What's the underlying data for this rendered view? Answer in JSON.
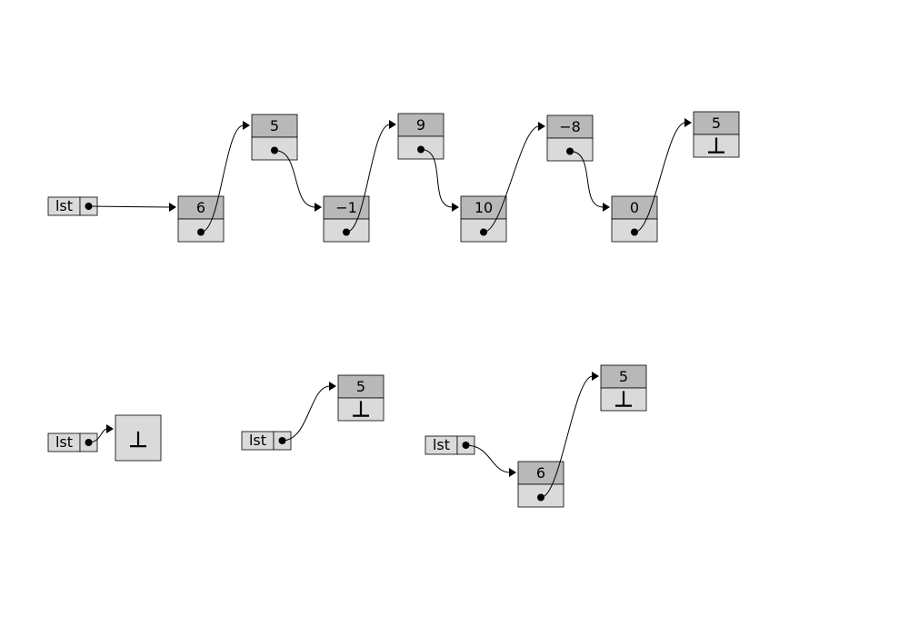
{
  "diagrams": [
    {
      "variable": "lst",
      "nodes": [
        {
          "value": "6",
          "next": 1
        },
        {
          "value": "5",
          "next": 2
        },
        {
          "value": "−1",
          "next": 3
        },
        {
          "value": "9",
          "next": 4
        },
        {
          "value": "10",
          "next": 5
        },
        {
          "value": "−8",
          "next": 6
        },
        {
          "value": "0",
          "next": 7
        },
        {
          "value": "5",
          "next": null
        }
      ]
    },
    {
      "variable": "lst",
      "nodes": [
        {
          "value": "",
          "next": null
        }
      ]
    },
    {
      "variable": "lst",
      "nodes": [
        {
          "value": "5",
          "next": null
        }
      ]
    },
    {
      "variable": "lst",
      "nodes": [
        {
          "value": "6",
          "next": 1
        },
        {
          "value": "5",
          "next": null
        }
      ]
    }
  ],
  "null_symbol": "⊥"
}
